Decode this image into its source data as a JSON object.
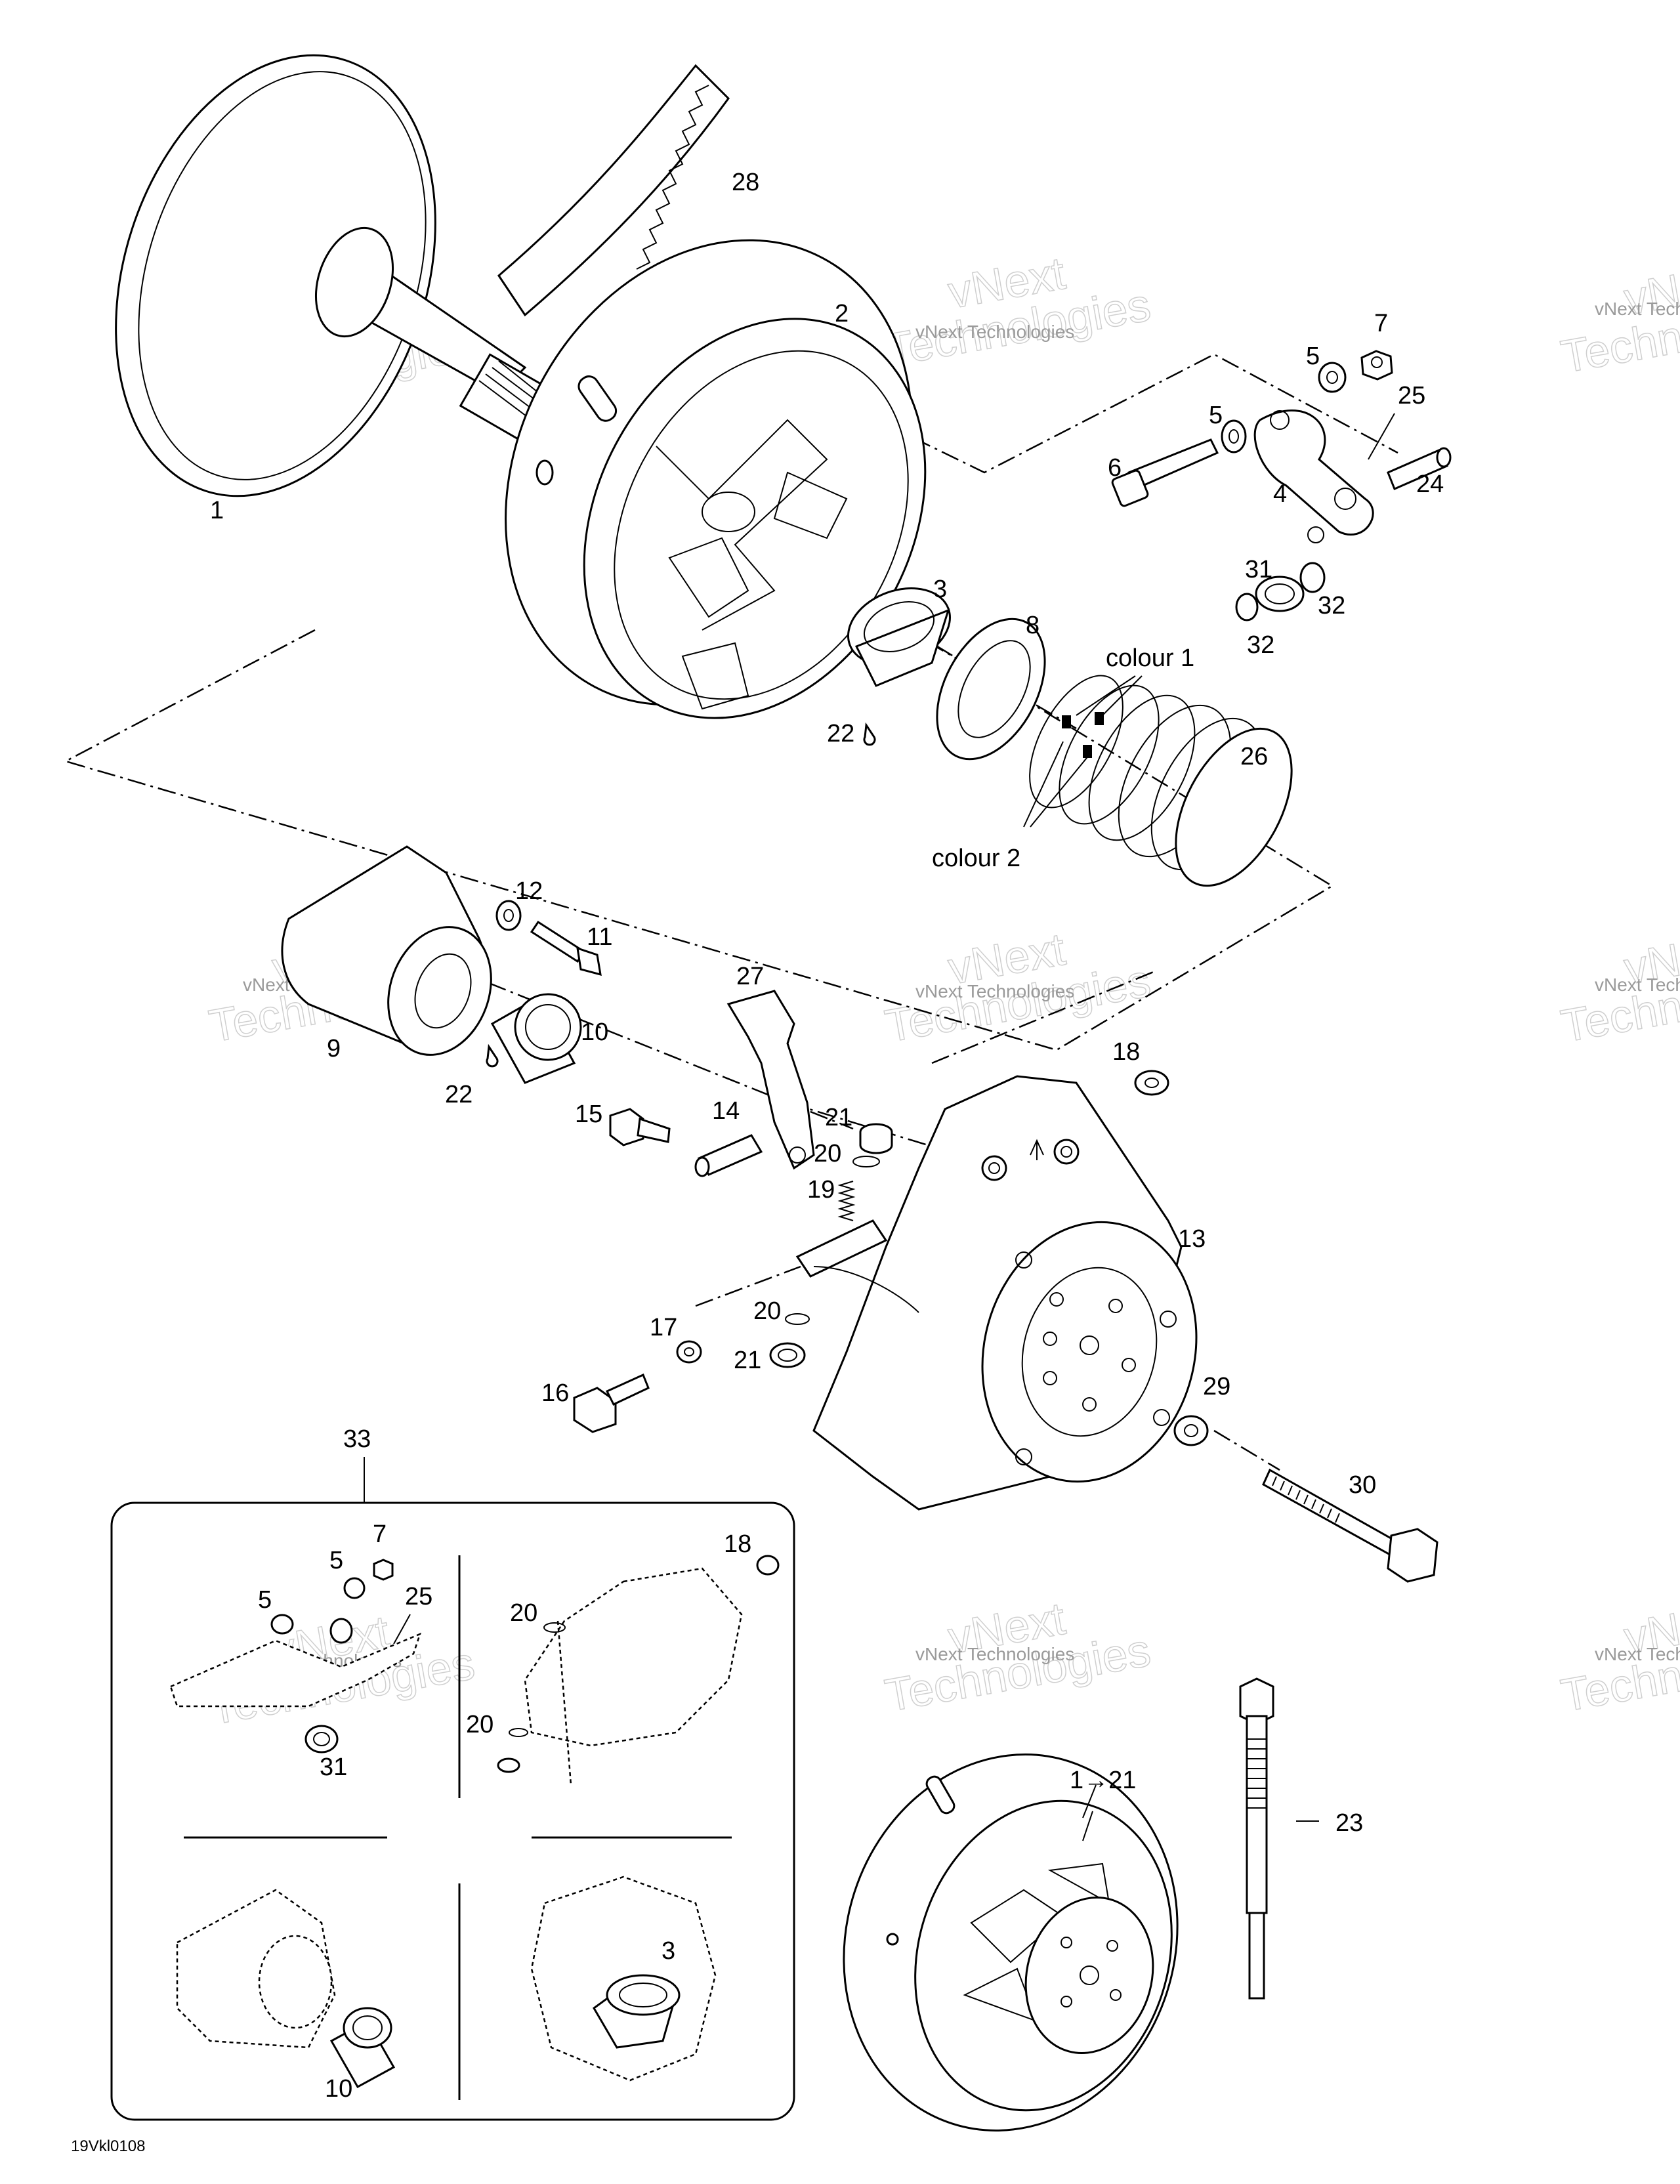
{
  "watermark": {
    "line1": "vNext",
    "line2": "Technologies",
    "small": "vNext Technologies"
  },
  "drawing_code": "19Vkl0108",
  "callouts": {
    "p1": "1",
    "p2": "2",
    "p3": "3",
    "p4": "4",
    "p5a": "5",
    "p5b": "5",
    "p6": "6",
    "p7": "7",
    "p8": "8",
    "p9": "9",
    "p10": "10",
    "p11": "11",
    "p12": "12",
    "p13": "13",
    "p14": "14",
    "p15": "15",
    "p16": "16",
    "p17": "17",
    "p18": "18",
    "p19": "19",
    "p20a": "20",
    "p20b": "20",
    "p21a": "21",
    "p21b": "21",
    "p22a": "22",
    "p22b": "22",
    "p23": "23",
    "p24": "24",
    "p25": "25",
    "p26": "26",
    "p27": "27",
    "p28": "28",
    "p29": "29",
    "p30": "30",
    "p31": "31",
    "p32a": "32",
    "p32b": "32",
    "p33": "33",
    "assembly": "1→21",
    "colour1": "colour 1",
    "colour2": "colour 2"
  },
  "kit_callouts": {
    "k7": "7",
    "k5a": "5",
    "k5b": "5",
    "k25": "25",
    "k31": "31",
    "k18": "18",
    "k20a": "20",
    "k20b": "20",
    "k10": "10",
    "k3": "3"
  }
}
